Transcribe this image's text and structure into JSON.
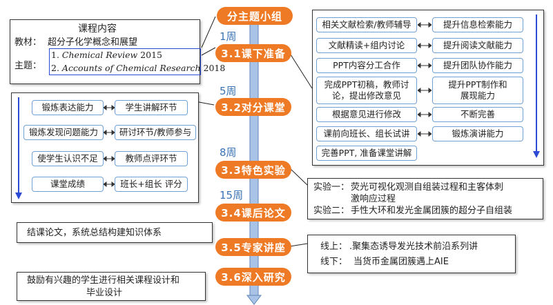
{
  "timeline": {
    "start": "分主题小组",
    "steps": [
      {
        "week": "1周",
        "label": "3.1课下准备"
      },
      {
        "week": "5周",
        "label": "3.2对分课堂"
      },
      {
        "week": "8周",
        "label": "3.3特色实验"
      },
      {
        "week": "15周",
        "label": "3.4课后论文"
      },
      {
        "week": "",
        "label": "3.5专家讲座"
      },
      {
        "week": "",
        "label": "3.6深入研究"
      }
    ]
  },
  "course": {
    "title": "课程内容",
    "textbook_label": "教材：",
    "textbook": "超分子化学概念和展望",
    "topic_label": "主题：",
    "topic1_num": "1.",
    "topic1_name": "Chemical Review",
    "topic1_year": "2015",
    "topic2_num": "2.",
    "topic2_name": "Accounts of Chemical Research",
    "topic2_year": "2018"
  },
  "preparation": [
    {
      "left": "相关文献检索/教师辅导",
      "right": "提升信息检索能力"
    },
    {
      "left": "文献精读+组内讨论",
      "right": "提升阅读文献能力"
    },
    {
      "left": "PPT内容分工合作",
      "right": "提升团队协作能力"
    },
    {
      "left": "完成PPT初稿，教师讨论，提出修改意见",
      "right": "提升PPT制作和展现能力"
    },
    {
      "left": "根据意见进行修改",
      "right": "不断完善"
    },
    {
      "left": "课前向班长、组长试讲",
      "right": "锻炼演讲能力"
    },
    {
      "left": "完善PPT, 准备课堂讲解",
      "right": ""
    }
  ],
  "classroom": [
    {
      "left": "锻炼表达能力",
      "right": "学生讲解环节"
    },
    {
      "left": "锻炼发现问题能力",
      "right": "研讨环节/教师参与"
    },
    {
      "left": "使学生认识不足",
      "right": "教师点评环节"
    },
    {
      "left": "课堂成绩",
      "right": "班长+组长 评分"
    }
  ],
  "experiments": {
    "exp1_label": "实验一：",
    "exp1_line1": "荧光可视化观测自组装过程和主客体刺",
    "exp1_line2": "激响应过程",
    "exp2_label": "实验二：",
    "exp2": "手性大环和发光金属团簇的超分子自组装"
  },
  "paper": "结课论文，系统总结构建知识体系",
  "lecture": {
    "online_label": "线上：",
    "online": ".聚集态诱导发光技术前沿系列讲",
    "offline_label": "线下：",
    "offline": "当货币金属团簇遇上AIE"
  },
  "research": {
    "line1": "鼓励有兴趣的学生进行相关课程设计和",
    "line2": "毕业设计"
  },
  "colors": {
    "accent": "#ef7a26",
    "timeline": "#a9c3e6",
    "timeline_border": "#5f86b8",
    "cell_border": "#6fa0d6",
    "week_text": "#3a73b5"
  }
}
